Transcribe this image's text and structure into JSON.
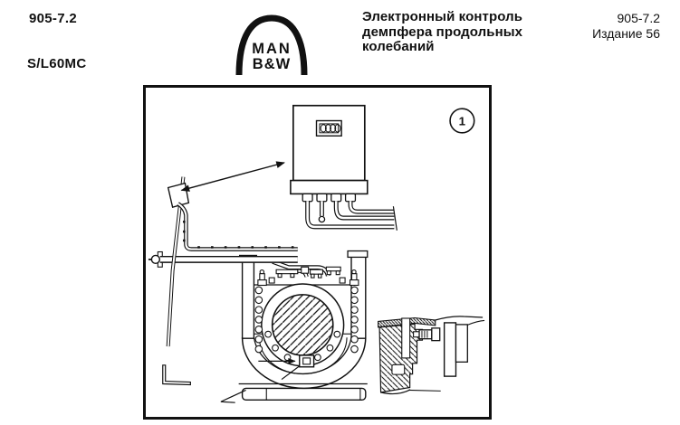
{
  "header": {
    "doc_code_left": "905-7.2",
    "engine_model": "S/L60MC",
    "logo_line1": "MAN",
    "logo_line2": "B&W",
    "title_line1": "Электронный контроль",
    "title_line2": "демпфера продольных",
    "title_line3": "колебаний",
    "doc_code_right": "905-7.2",
    "edition": "Издание 56"
  },
  "figure": {
    "callout_number": "1"
  },
  "colors": {
    "ink": "#111111",
    "paper": "#ffffff"
  }
}
